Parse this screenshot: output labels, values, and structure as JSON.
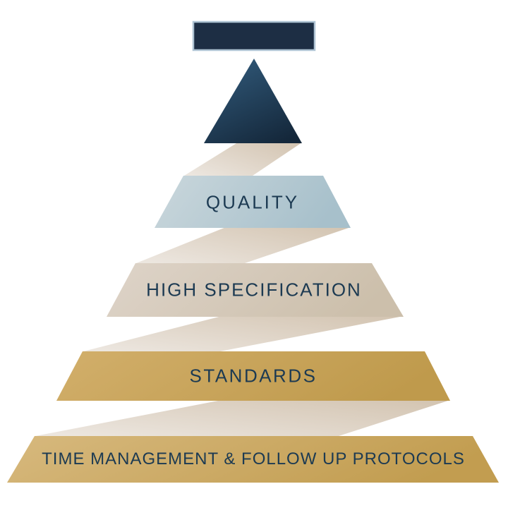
{
  "diagram": {
    "name": "spiral-pyramid",
    "background": "#ffffff",
    "label_text_color": "#1c3a52"
  },
  "apex": {
    "bar_fill": "#1d2e44",
    "bar_border": "#aec3d3",
    "triangle_color_start": "#305878",
    "triangle_color_end": "#14273a"
  },
  "ribbon": {
    "color_start": "#ece6df",
    "color_end": "#d3c4b1"
  },
  "levels": [
    {
      "label": "QUALITY",
      "color_start": "#cad7dc",
      "color_end": "#a7c0cb"
    },
    {
      "label": "HIGH SPECIFICATION",
      "color_start": "#ded4c9",
      "color_end": "#ccbfab"
    },
    {
      "label": "STANDARDS",
      "color_start": "#d2af6b",
      "color_end": "#bf9a4c"
    },
    {
      "label": "TIME MANAGEMENT & FOLLOW UP PROTOCOLS",
      "color_start": "#d7b97e",
      "color_end": "#c29d50"
    }
  ]
}
